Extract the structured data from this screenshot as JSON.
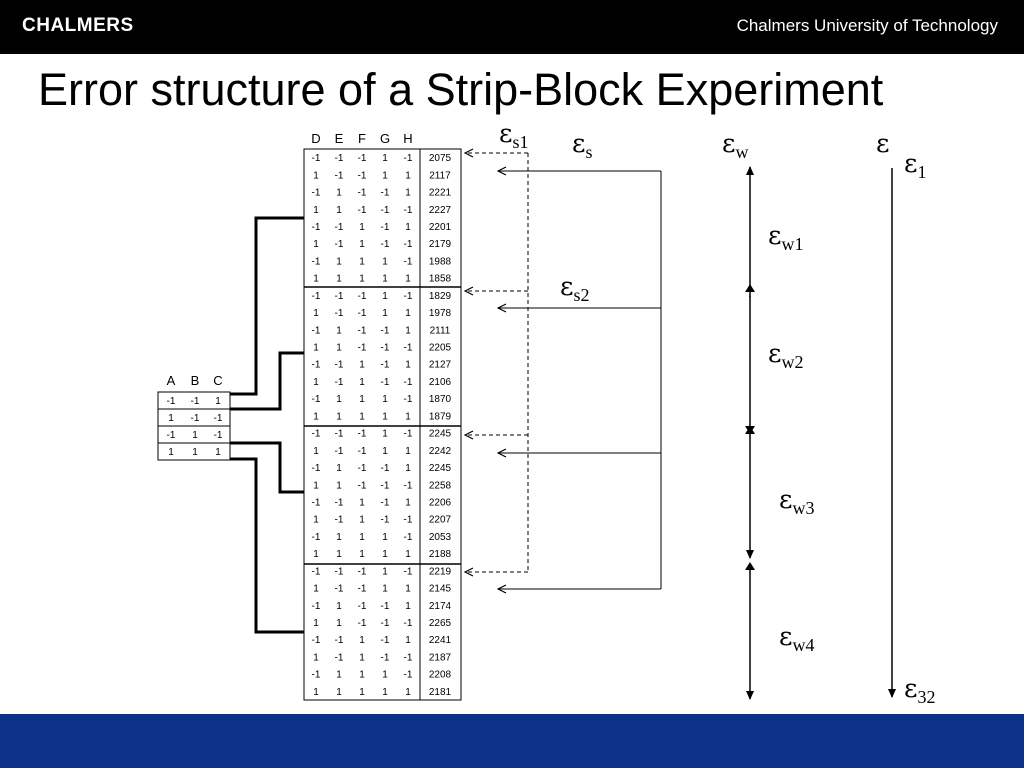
{
  "header": {
    "logo": "CHALMERS",
    "university": "Chalmers University of Technology"
  },
  "slide": {
    "title": "Error structure of a Strip-Block Experiment"
  },
  "whole_plot_table": {
    "headers": [
      "A",
      "B",
      "C"
    ],
    "rows": [
      [
        "-1",
        "-1",
        "1"
      ],
      [
        "1",
        "-1",
        "-1"
      ],
      [
        "-1",
        "1",
        "-1"
      ],
      [
        "1",
        "1",
        "1"
      ]
    ]
  },
  "strip_table": {
    "headers": [
      "D",
      "E",
      "F",
      "G",
      "H"
    ],
    "rows": [
      [
        "-1",
        "-1",
        "-1",
        "1",
        "-1",
        "2075"
      ],
      [
        "1",
        "-1",
        "-1",
        "1",
        "1",
        "2117"
      ],
      [
        "-1",
        "1",
        "-1",
        "-1",
        "1",
        "2221"
      ],
      [
        "1",
        "1",
        "-1",
        "-1",
        "-1",
        "2227"
      ],
      [
        "-1",
        "-1",
        "1",
        "-1",
        "1",
        "2201"
      ],
      [
        "1",
        "-1",
        "1",
        "-1",
        "-1",
        "2179"
      ],
      [
        "-1",
        "1",
        "1",
        "1",
        "-1",
        "1988"
      ],
      [
        "1",
        "1",
        "1",
        "1",
        "1",
        "1858"
      ],
      [
        "-1",
        "-1",
        "-1",
        "1",
        "-1",
        "1829"
      ],
      [
        "1",
        "-1",
        "-1",
        "1",
        "1",
        "1978"
      ],
      [
        "-1",
        "1",
        "-1",
        "-1",
        "1",
        "2111"
      ],
      [
        "1",
        "1",
        "-1",
        "-1",
        "-1",
        "2205"
      ],
      [
        "-1",
        "-1",
        "1",
        "-1",
        "1",
        "2127"
      ],
      [
        "1",
        "-1",
        "1",
        "-1",
        "-1",
        "2106"
      ],
      [
        "-1",
        "1",
        "1",
        "1",
        "-1",
        "1870"
      ],
      [
        "1",
        "1",
        "1",
        "1",
        "1",
        "1879"
      ],
      [
        "-1",
        "-1",
        "-1",
        "1",
        "-1",
        "2245"
      ],
      [
        "1",
        "-1",
        "-1",
        "1",
        "1",
        "2242"
      ],
      [
        "-1",
        "1",
        "-1",
        "-1",
        "1",
        "2245"
      ],
      [
        "1",
        "1",
        "-1",
        "-1",
        "-1",
        "2258"
      ],
      [
        "-1",
        "-1",
        "1",
        "-1",
        "1",
        "2206"
      ],
      [
        "1",
        "-1",
        "1",
        "-1",
        "-1",
        "2207"
      ],
      [
        "-1",
        "1",
        "1",
        "1",
        "-1",
        "2053"
      ],
      [
        "1",
        "1",
        "1",
        "1",
        "1",
        "2188"
      ],
      [
        "-1",
        "-1",
        "-1",
        "1",
        "-1",
        "2219"
      ],
      [
        "1",
        "-1",
        "-1",
        "1",
        "1",
        "2145"
      ],
      [
        "-1",
        "1",
        "-1",
        "-1",
        "1",
        "2174"
      ],
      [
        "1",
        "1",
        "-1",
        "-1",
        "-1",
        "2265"
      ],
      [
        "-1",
        "-1",
        "1",
        "-1",
        "1",
        "2241"
      ],
      [
        "1",
        "-1",
        "1",
        "-1",
        "-1",
        "2187"
      ],
      [
        "-1",
        "1",
        "1",
        "1",
        "-1",
        "2208"
      ],
      [
        "1",
        "1",
        "1",
        "1",
        "1",
        "2181"
      ]
    ]
  },
  "error_labels": {
    "strip_first": {
      "eps": "ε",
      "sub": "s1"
    },
    "strip": {
      "eps": "ε",
      "sub": "s"
    },
    "strip_second": {
      "eps": "ε",
      "sub": "s2"
    },
    "whole": {
      "eps": "ε",
      "sub": "w"
    },
    "whole_1": {
      "eps": "ε",
      "sub": "w1"
    },
    "whole_2": {
      "eps": "ε",
      "sub": "w2"
    },
    "whole_3": {
      "eps": "ε",
      "sub": "w3"
    },
    "whole_4": {
      "eps": "ε",
      "sub": "w4"
    },
    "total": {
      "eps": "ε",
      "sub": ""
    },
    "total_first": {
      "eps": "ε",
      "sub": "1"
    },
    "total_last": {
      "eps": "ε",
      "sub": "32"
    }
  },
  "colors": {
    "topbar": "#000000",
    "footer": "#0b3286",
    "text": "#000000"
  }
}
